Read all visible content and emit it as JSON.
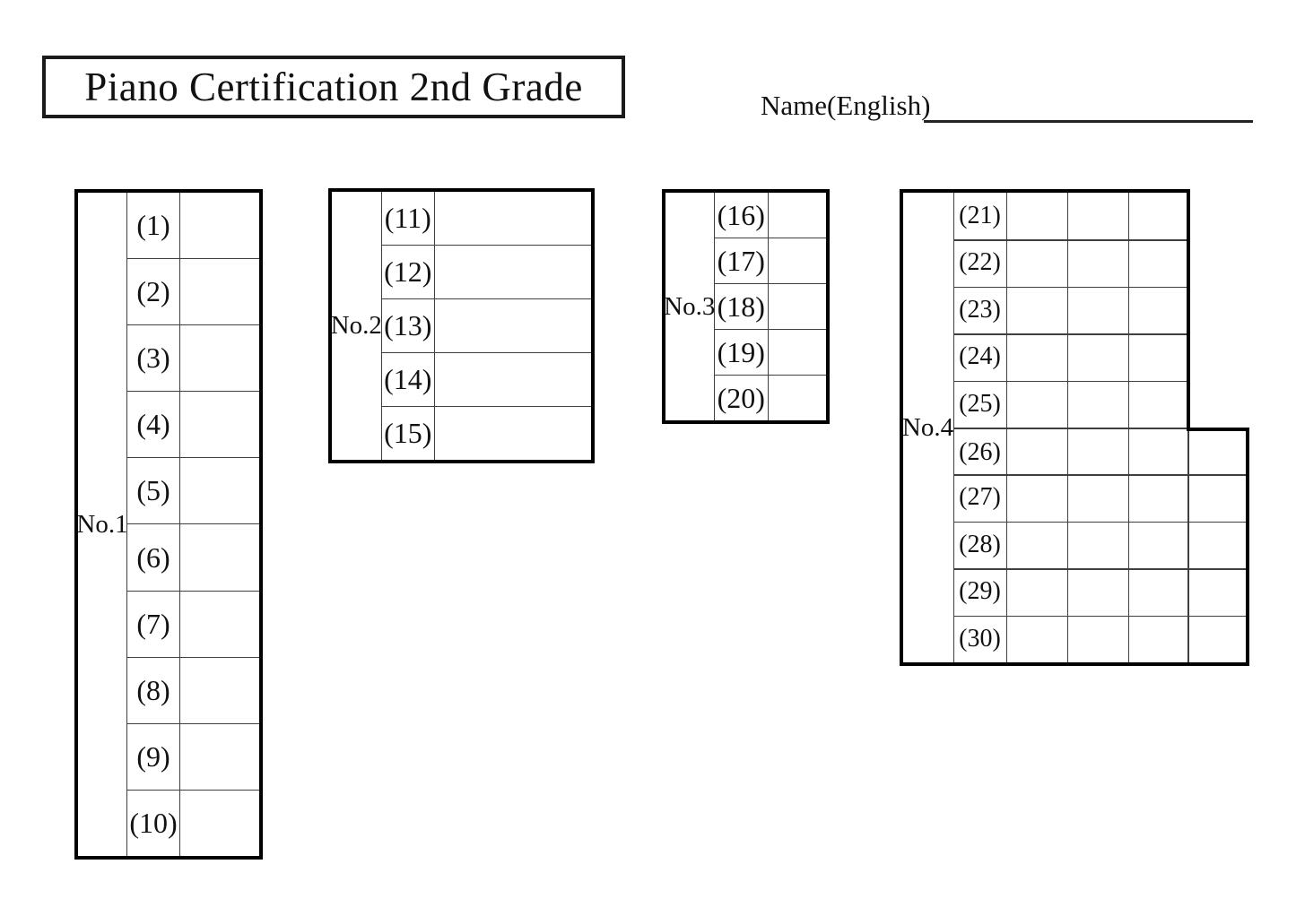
{
  "page": {
    "title": "Piano Certification 2nd Grade",
    "name_field": {
      "label": "Name(English)",
      "value": ""
    }
  },
  "tables": {
    "no1": {
      "label": "No.1",
      "items": [
        "(1)",
        "(2)",
        "(3)",
        "(4)",
        "(5)",
        "(6)",
        "(7)",
        "(8)",
        "(9)",
        "(10)"
      ]
    },
    "no2": {
      "label": "No.2",
      "items": [
        "(11)",
        "(12)",
        "(13)",
        "(14)",
        "(15)"
      ]
    },
    "no3": {
      "label": "No.3",
      "items": [
        "(16)",
        "(17)",
        "(18)",
        "(19)",
        "(20)"
      ]
    },
    "no4": {
      "label": "No.4",
      "items": [
        "(21)",
        "(22)",
        "(23)",
        "(24)",
        "(25)",
        "(26)",
        "(27)",
        "(28)",
        "(29)",
        "(30)"
      ]
    }
  },
  "colors": {
    "outer_border": "#000000",
    "grid_line": "#3f3f3f",
    "text": "#111111",
    "background": "#ffffff"
  }
}
